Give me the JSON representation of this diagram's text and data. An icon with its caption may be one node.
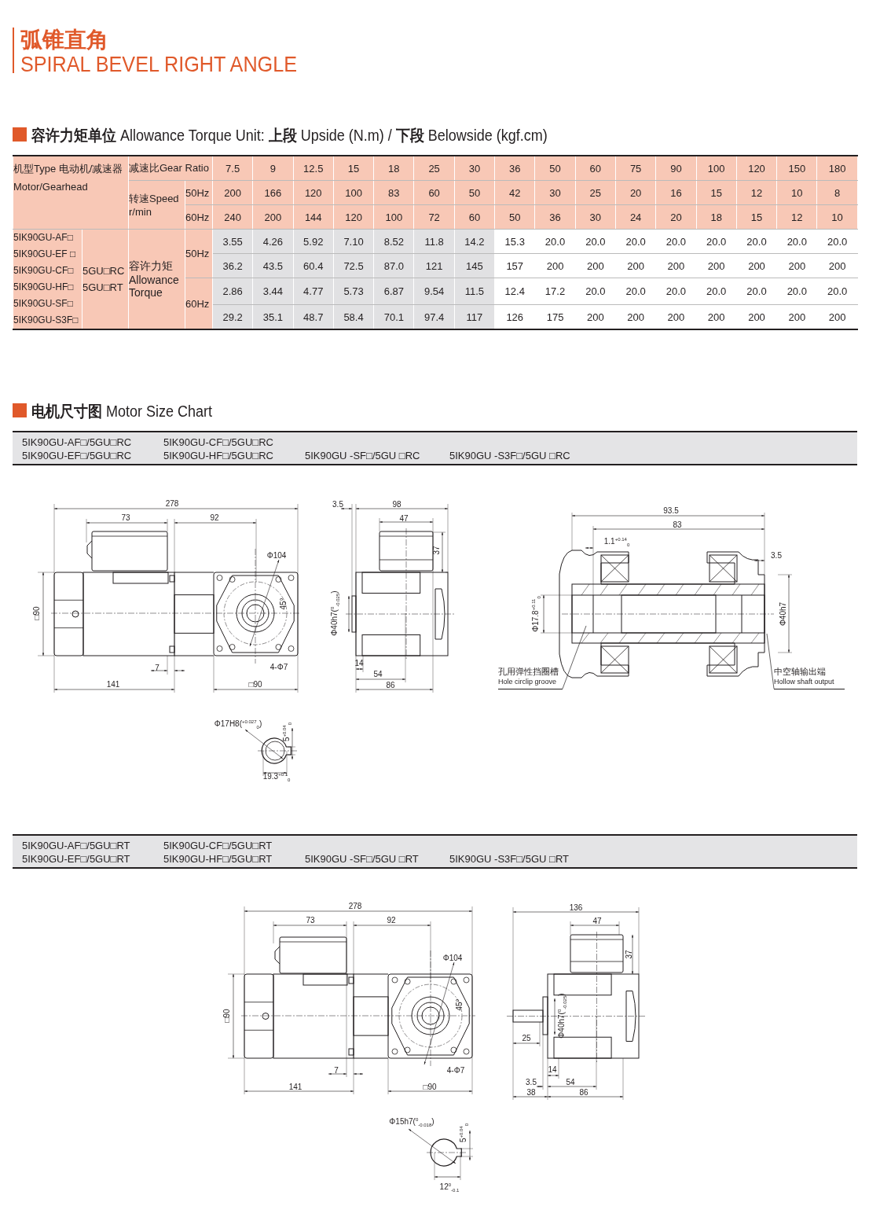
{
  "diagram": {
    "title": "弧锥直角",
    "nodes": [
      {
        "text": [
          "孔用弹性挡圈槽",
          "Hole circlip groove"
        ]
      },
      {
        "text": [
          "中空轴输出端",
          "Hollow shaft output"
        ]
      }
    ],
    "edges": [
      {
        "from": 0,
        "to": null,
        "arrow": "none"
      },
      {
        "from": 1,
        "to": null,
        "arrow": "none"
      }
    ],
    "labels": [
      "SPIRAL BEVEL RIGHT ANGLE",
      "**容许力矩单位** Allowance Torque Unit: **上段** Upside (N.m) / **下段** Belowside (kgf.cm)",
      "机型Type 电动机/减速器 Motor/Gearhead",
      "减速比Gear Ratio",
      "7.5",
      "9",
      "12.5",
      "15",
      "18",
      "25",
      "30",
      "36",
      "50",
      "60",
      "75",
      "90",
      "100",
      "120",
      "150",
      "180",
      "转速Speed r/min",
      "50Hz",
      "200",
      "166",
      "120",
      "100",
      "83",
      "60",
      "50",
      "42",
      "30",
      "25",
      "20",
      "16",
      "15",
      "12",
      "10",
      "8",
      "60Hz",
      "240",
      "200",
      "144",
      "120",
      "100",
      "72",
      "60",
      "50",
      "36",
      "30",
      "24",
      "20",
      "18",
      "15",
      "12",
      "10",
      "5IK90GU-AF□ 5IK90GU-EF □ 5IK90GU-CF□ 5IK90GU-HF□ 5IK90GU-SF□ 5IK90GU-S3F□",
      "5GU□RC 5GU□RT",
      "容许力矩 Allowance Torque",
      "50Hz",
      "3.55",
      "4.26",
      "5.92",
      "7.10",
      "8.52",
      "11.8",
      "14.2",
      "15.3",
      "20.0",
      "20.0",
      "20.0",
      "20.0",
      "20.0",
      "20.0",
      "20.0",
      "20.0",
      "36.2",
      "43.5",
      "60.4",
      "72.5",
      "87.0",
      "121",
      "145",
      "157",
      "200",
      "200",
      "200",
      "200",
      "200",
      "200",
      "200",
      "200",
      "60Hz",
      "2.86",
      "3.44",
      "4.77",
      "5.73",
      "6.87",
      "9.54",
      "11.5",
      "12.4",
      "17.2",
      "20.0",
      "20.0",
      "20.0",
      "20.0",
      "20.0",
      "20.0",
      "20.0",
      "29.2",
      "35.1",
      "48.7",
      "58.4",
      "70.1",
      "97.4",
      "117",
      "126",
      "175",
      "200",
      "200",
      "200",
      "200",
      "200",
      "200",
      "200",
      "**电机尺寸图** Motor Size Chart",
      "5IK90GU-AF□/5GU□RC",
      "5IK90GU-CF□/5GU□RC",
      "5IK90GU-EF□/5GU□RC",
      "5IK90GU-HF□/5GU□RC",
      "5IK90GU -SF□/5GU □RC",
      "5IK90GU -S3F□/5GU □RC",
      "278",
      "73",
      "92",
      "Φ104",
      "□90",
      "45°",
      "7",
      "4-Φ7",
      "141",
      "□90",
      "3.5",
      "98",
      "47",
      "37",
      "Φ40h7($^{0}$$_{-0.025}$)",
      "14",
      "54",
      "86",
      "93.5",
      "83",
      "1.1$^{+0.14}$$_{0}$",
      "3.5",
      "Φ17.8$^{+0.11}$$_{0}$",
      "Φ40h7",
      "Φ17H8($^{+0.027}$$_{0}$)",
      "5$^{+0.04}$$_{0}$",
      "19.3$^{+0.1}$$_{0}$",
      "5IK90GU-AF□/5GU□RT",
      "5IK90GU-CF□/5GU□RT",
      "5IK90GU-EF□/5GU□RT",
      "5IK90GU-HF□/5GU□RT",
      "5IK90GU -SF□/5GU □RT",
      "5IK90GU -S3F□/5GU □RT",
      "278",
      "73",
      "92",
      "Φ104",
      "□90",
      "45°",
      "7",
      "4-Φ7",
      "141",
      "□90",
      "136",
      "47",
      "37",
      "Φ40h7($^{0}$$_{-0.025}$)",
      "25",
      "14",
      "3.5",
      "54",
      "38",
      "86",
      "Φ15h7($^{0}$$_{-0.018}$)",
      "5$^{+0.04}$$_{0}$",
      "12$^{0}$$_{-0.1}$"
    ]
  }
}
